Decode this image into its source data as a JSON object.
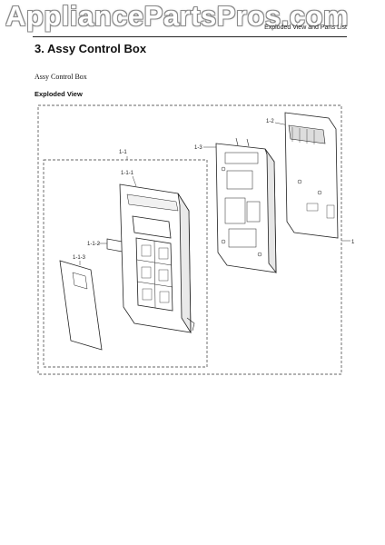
{
  "watermark": "AppliancePartsPros.com",
  "header": {
    "right_text": "Exploded View and Parts List"
  },
  "section": {
    "title": "3.  Assy Control Box"
  },
  "subtitle": "Assy Control Box",
  "exploded_label": "Exploded View",
  "callouts": {
    "assy_1": "1",
    "part_1_1": "1-1",
    "part_1_1_1": "1-1-1",
    "part_1_1_2": "1-1-2",
    "part_1_1_3": "1-1-3",
    "part_1_2": "1-2",
    "part_1_3": "1-3"
  }
}
